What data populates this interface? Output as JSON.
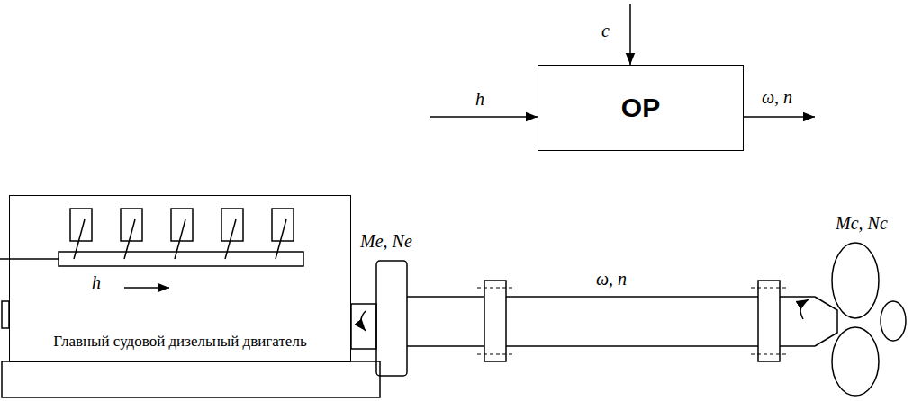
{
  "diagram": {
    "nodes": [
      {
        "text": [
          "Главный судовой дизельный двигатель"
        ]
      },
      {
        "text": [
          "ОР"
        ]
      }
    ],
    "edges": [],
    "labels": [
      "h",
      "Me, Ne",
      "ω, n",
      "Mc, Nc",
      "h",
      "c",
      "ω, n"
    ]
  }
}
